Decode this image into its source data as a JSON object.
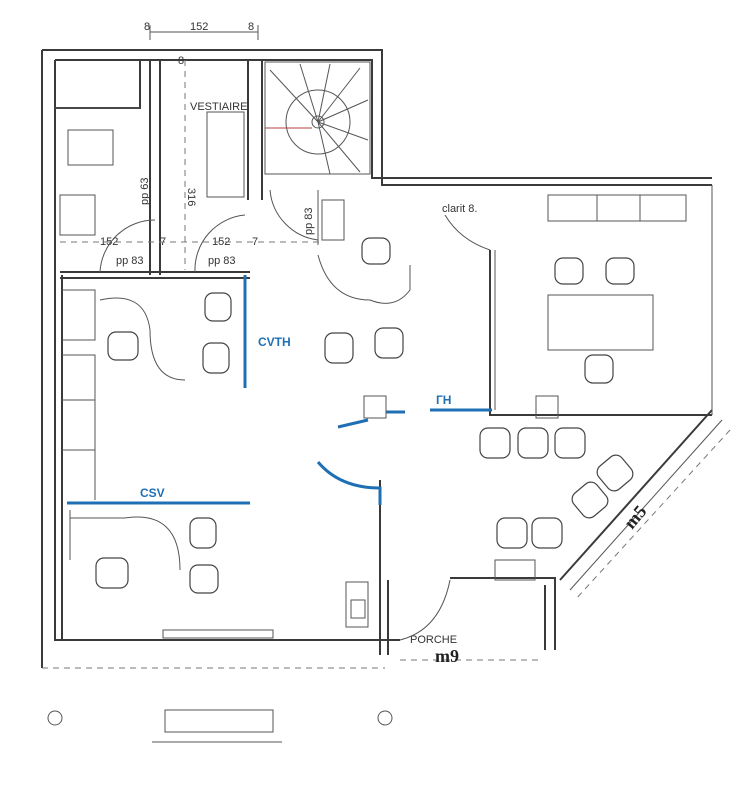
{
  "plan": {
    "dimensions": {
      "top_left_8": "8",
      "top_152": "152",
      "top_right_8": "8",
      "vertical_8": "8",
      "height_316": "316",
      "left_152": "152",
      "left_7": "7",
      "mid_152": "152",
      "mid_7": "7"
    },
    "labels": {
      "vestiaire": "VESTIAIRE",
      "pp63": "pp 63",
      "pp83_left": "pp 83",
      "pp83_mid": "pp 83",
      "pp83_stair": "pp 83",
      "clarit": "clarit 8.",
      "porche": "PORCHE",
      "m9": "m9",
      "m5": "m5"
    },
    "partitions": {
      "cvth": "CVTH",
      "gh": "ГH",
      "csv": "CSV"
    },
    "colors": {
      "partition_blue": "#1f6fb5",
      "wall": "#3a3a3a"
    }
  }
}
